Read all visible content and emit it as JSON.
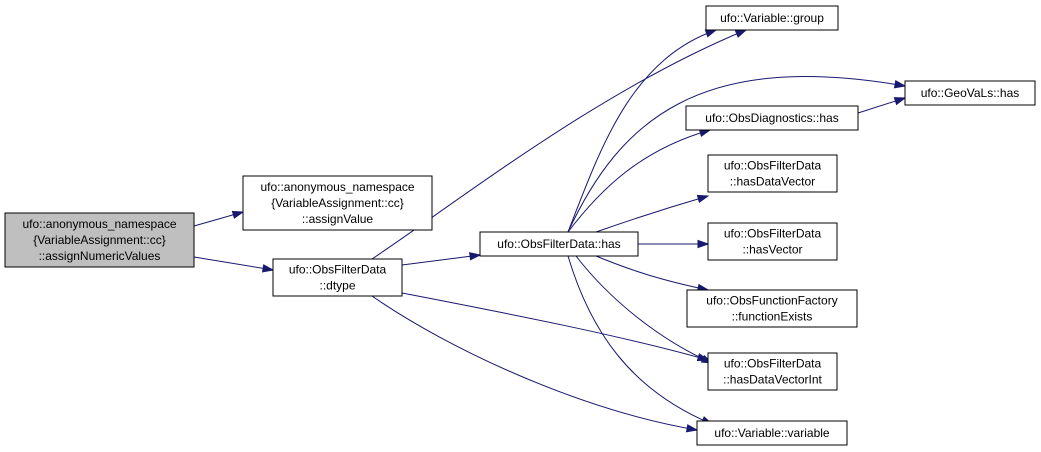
{
  "colors": {
    "edge": "#191970",
    "root_fill": "#bfbfbf",
    "node_fill": "#ffffff",
    "border": "#000000"
  },
  "nodes": [
    {
      "id": "root",
      "lines": [
        "ufo::anonymous_namespace",
        "{VariableAssignment::cc}",
        "::assignNumericValues"
      ]
    },
    {
      "id": "assignValue",
      "lines": [
        "ufo::anonymous_namespace",
        "{VariableAssignment::cc}",
        "::assignValue"
      ]
    },
    {
      "id": "dtype",
      "lines": [
        "ufo::ObsFilterData",
        "::dtype"
      ]
    },
    {
      "id": "has",
      "lines": [
        "ufo::ObsFilterData::has"
      ]
    },
    {
      "id": "group",
      "lines": [
        "ufo::Variable::group"
      ]
    },
    {
      "id": "geovals",
      "lines": [
        "ufo::GeoVaLs::has"
      ]
    },
    {
      "id": "diag",
      "lines": [
        "ufo::ObsDiagnostics::has"
      ]
    },
    {
      "id": "hdv",
      "lines": [
        "ufo::ObsFilterData",
        "::hasDataVector"
      ]
    },
    {
      "id": "hv",
      "lines": [
        "ufo::ObsFilterData",
        "::hasVector"
      ]
    },
    {
      "id": "fe",
      "lines": [
        "ufo::ObsFunctionFactory",
        "::functionExists"
      ]
    },
    {
      "id": "hdvi",
      "lines": [
        "ufo::ObsFilterData",
        "::hasDataVectorInt"
      ]
    },
    {
      "id": "var",
      "lines": [
        "ufo::Variable::variable"
      ]
    }
  ],
  "edges": [
    [
      "root",
      "assignValue"
    ],
    [
      "root",
      "dtype"
    ],
    [
      "dtype",
      "has"
    ],
    [
      "dtype",
      "group"
    ],
    [
      "dtype",
      "hdvi"
    ],
    [
      "dtype",
      "var"
    ],
    [
      "has",
      "group"
    ],
    [
      "has",
      "geovals"
    ],
    [
      "has",
      "diag"
    ],
    [
      "has",
      "hdv"
    ],
    [
      "has",
      "hv"
    ],
    [
      "has",
      "fe"
    ],
    [
      "has",
      "hdvi"
    ],
    [
      "has",
      "var"
    ],
    [
      "diag",
      "geovals"
    ]
  ]
}
